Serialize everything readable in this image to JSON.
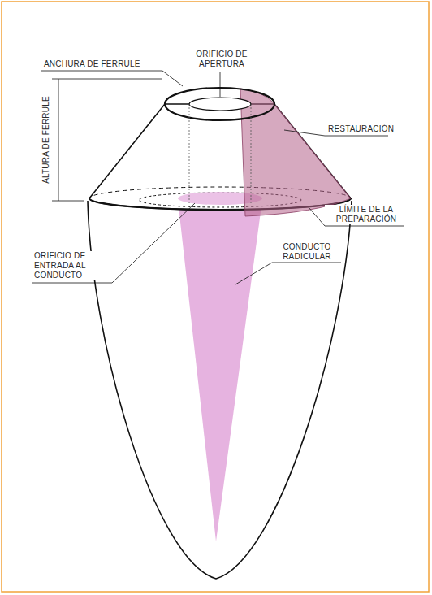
{
  "diagram": {
    "labels": [
      "ORIFICIO DE APERTURA",
      "ANCHURA DE FERRULE",
      "ALTURA DE FERRULE",
      "RESTAURACIÓN",
      "LÍMITE DE LA PREPARACIÓN",
      "ORIFICIO DE ENTRADA AL CONDUCTO",
      "CONDUCTO RADICULAR"
    ]
  }
}
